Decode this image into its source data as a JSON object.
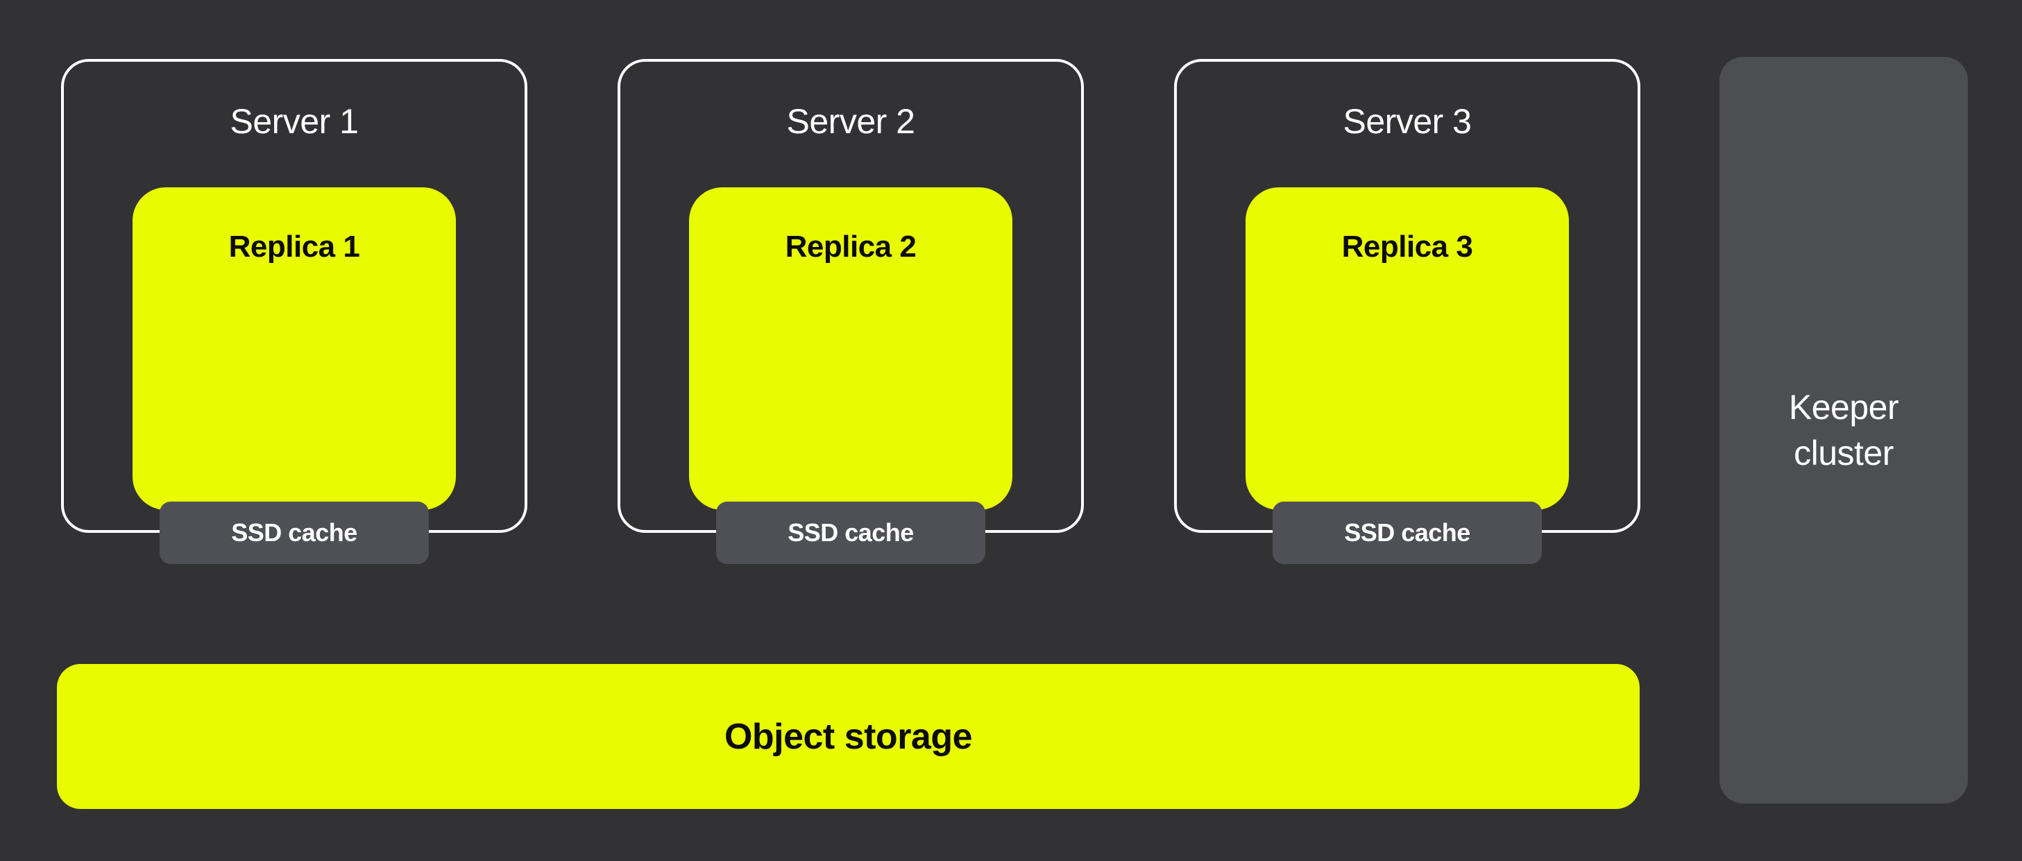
{
  "diagram": {
    "description_colors": {
      "background": "#323234",
      "accent_yellow": "#E8FB00",
      "cache_gray": "#4F5055",
      "keeper_gray": "#4C4E52",
      "border_white": "#FFFFFF",
      "text_light": "#FFFFFF",
      "text_dark": "#0C0C0C"
    }
  },
  "servers": [
    {
      "title": "Server 1",
      "replica": "Replica 1",
      "cache": "SSD cache"
    },
    {
      "title": "Server 2",
      "replica": "Replica 2",
      "cache": "SSD cache"
    },
    {
      "title": "Server 3",
      "replica": "Replica 3",
      "cache": "SSD cache"
    }
  ],
  "object_storage": {
    "label": "Object storage"
  },
  "keeper": {
    "label": "Keeper cluster"
  }
}
